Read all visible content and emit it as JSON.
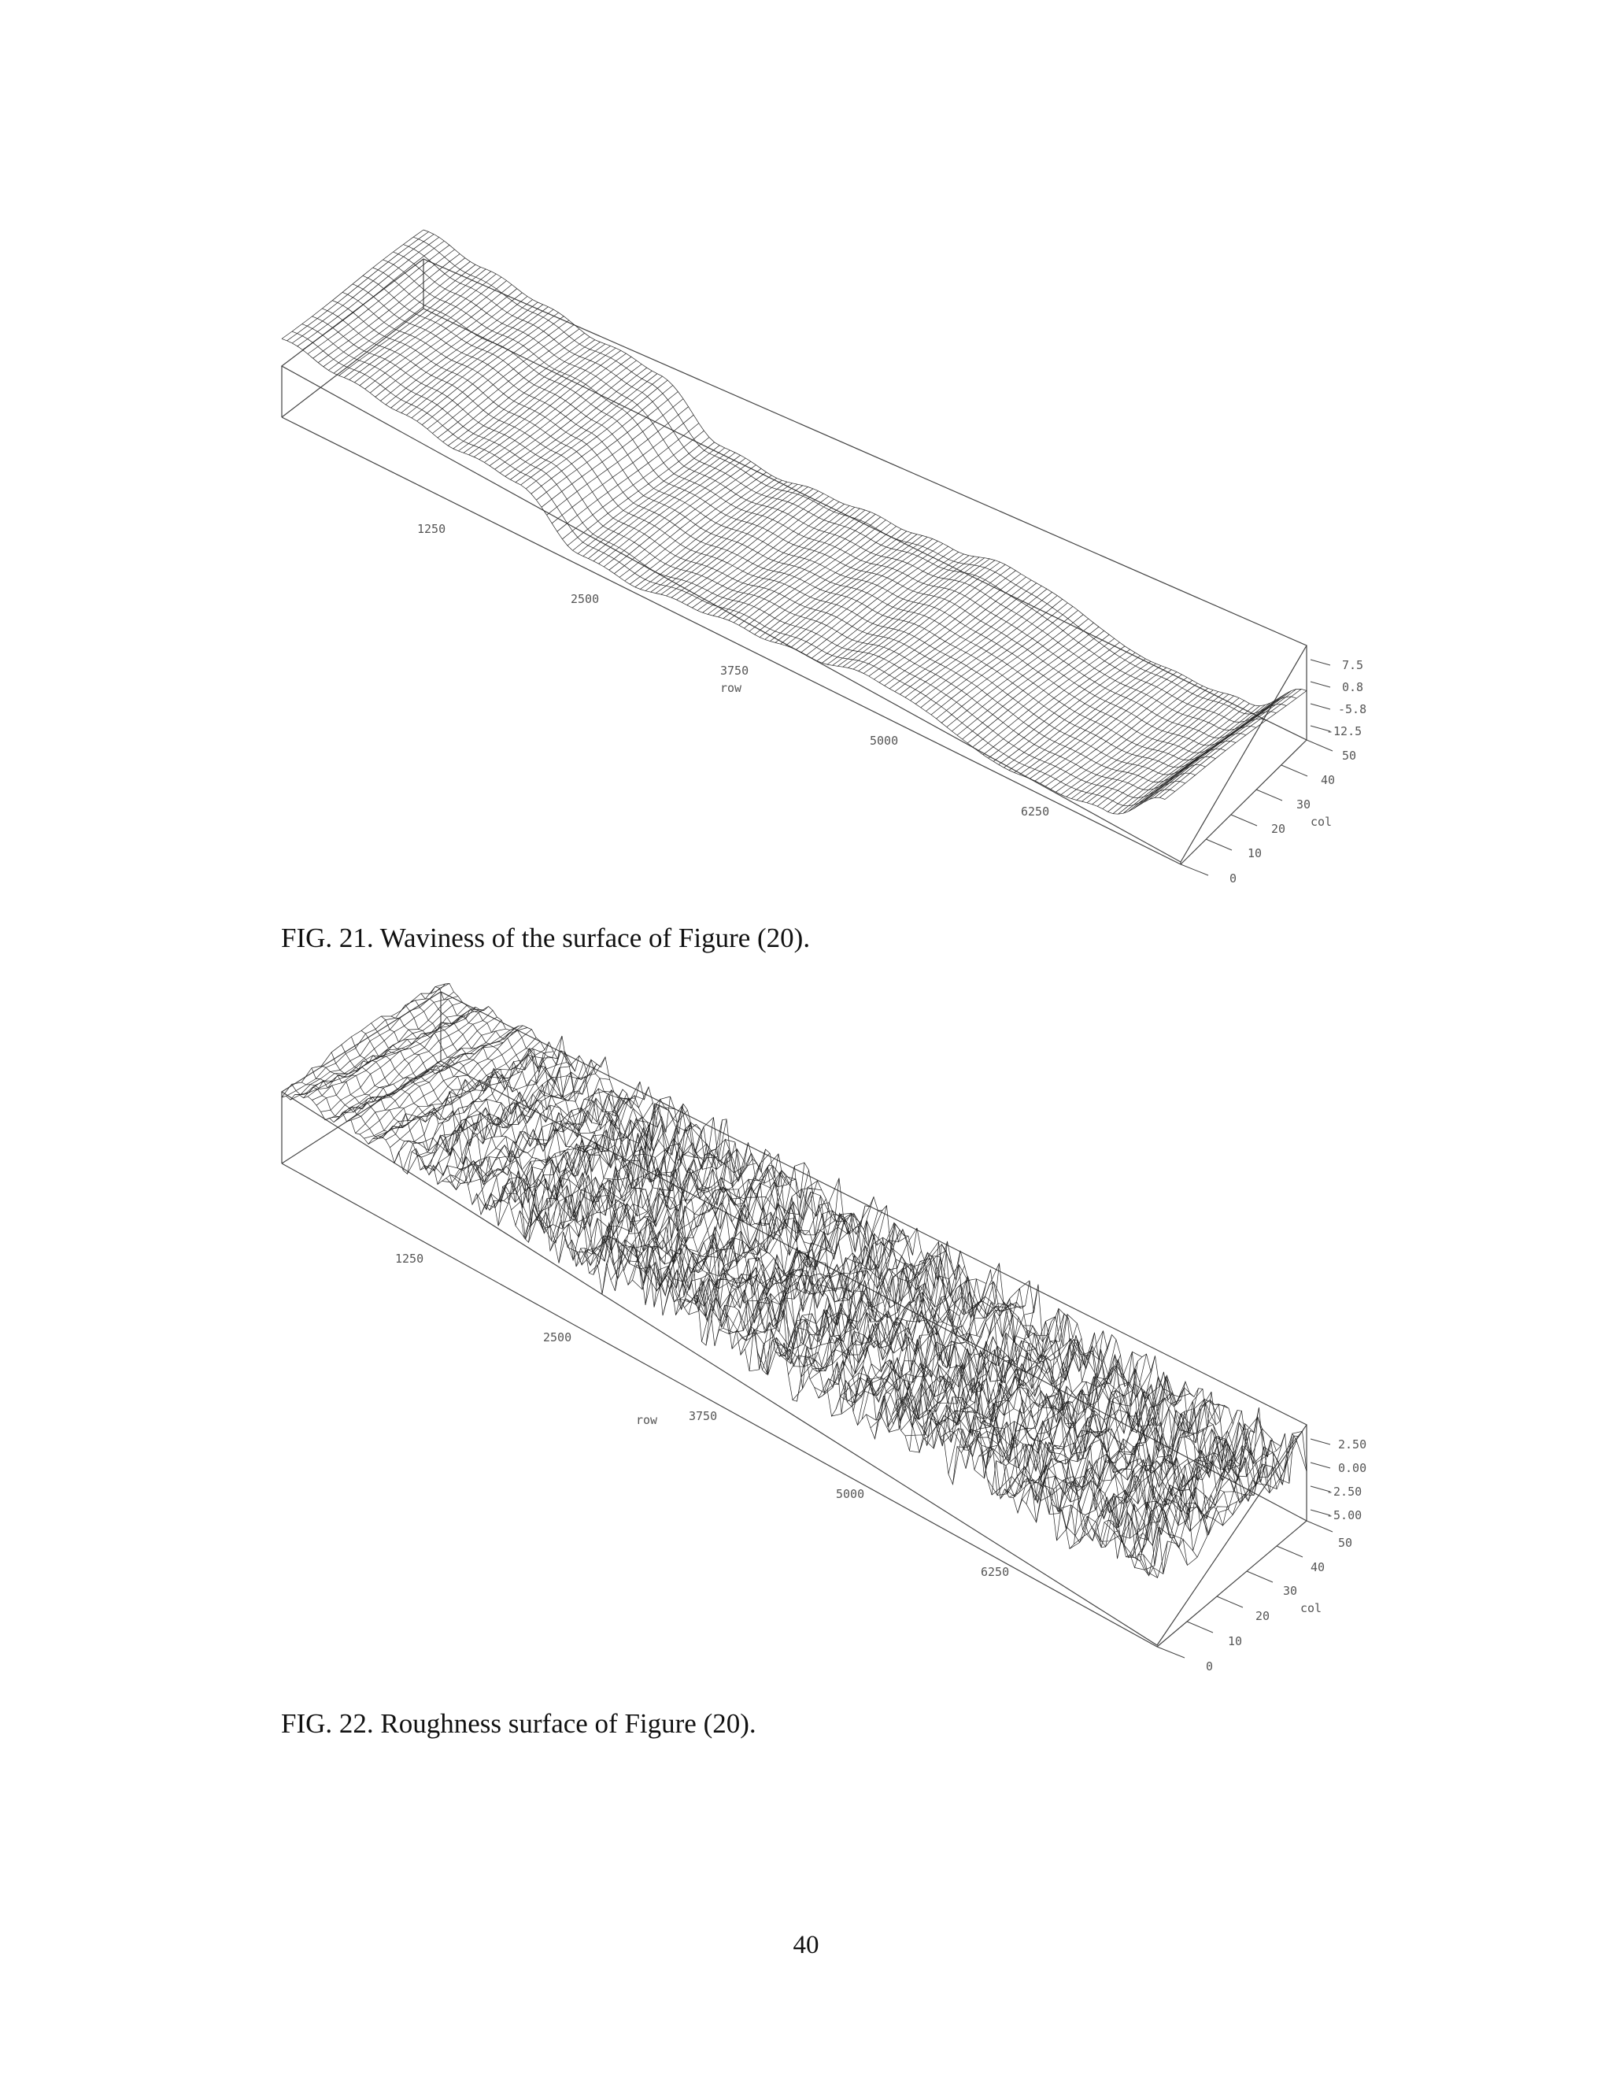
{
  "figures": [
    {
      "caption": "FIG.  21.  Waviness of the surface of Figure (20).",
      "chart_data": {
        "type": "surface",
        "row_ticks": [
          "1250",
          "2500",
          "3750",
          "5000",
          "6250"
        ],
        "row_label": "row",
        "col_ticks": [
          "0",
          "10",
          "20",
          "30",
          "40",
          "50"
        ],
        "col_label": "col",
        "z_ticks": [
          "7.5",
          "0.8",
          "-5.8",
          "-12.5"
        ],
        "row_range": [
          0,
          7500
        ],
        "col_range": [
          0,
          50
        ],
        "z_range": [
          -12.5,
          7.5
        ],
        "profile_rows": [
          0,
          500,
          1000,
          1500,
          2000,
          2500,
          3000,
          3500,
          4000,
          4500,
          5000,
          5500,
          6000,
          6500,
          7000,
          7500
        ],
        "profile_z": [
          3.5,
          1.5,
          0.5,
          -1.5,
          -2.5,
          -10.5,
          -11.5,
          -10.5,
          -9.5,
          -8.5,
          -7.0,
          -8.5,
          -11.5,
          -12.0,
          -11.0,
          -2.5
        ]
      }
    },
    {
      "caption": "FIG.  22.  Roughness surface of Figure (20).",
      "chart_data": {
        "type": "surface",
        "row_ticks": [
          "1250",
          "2500",
          "3750",
          "5000",
          "6250"
        ],
        "row_label": "row",
        "col_ticks": [
          "0",
          "10",
          "20",
          "30",
          "40",
          "50"
        ],
        "col_label": "col",
        "z_ticks": [
          "2.50",
          "0.00",
          "-2.50",
          "-5.00"
        ],
        "row_range": [
          0,
          7500
        ],
        "col_range": [
          0,
          50
        ],
        "z_range": [
          -5.0,
          2.5
        ]
      }
    }
  ],
  "page_number": "40"
}
